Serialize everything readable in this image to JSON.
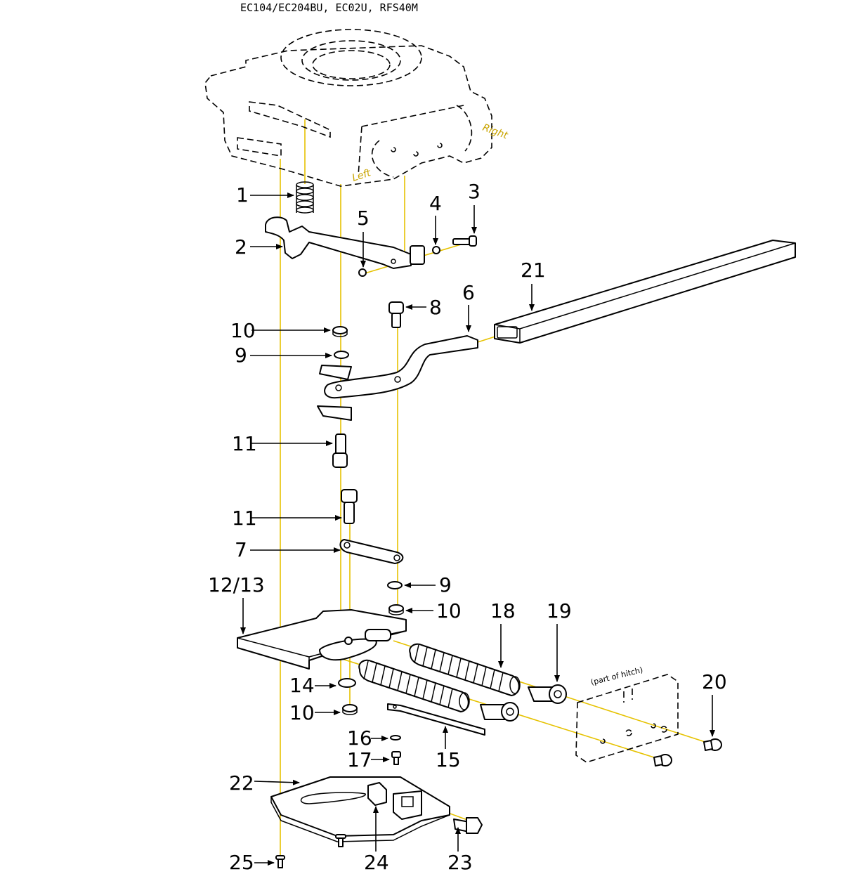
{
  "diagram": {
    "title": "EC104/EC204BU, EC02U, RFS40M",
    "side_labels": {
      "left": "Left",
      "right": "Right"
    },
    "hitch_note": "(part of hitch)",
    "colors": {
      "axis_line": "#e6c200",
      "ink": "#000000",
      "side_label": "#c9a400",
      "background": "#ffffff"
    },
    "callouts": {
      "c1": "1",
      "c2": "2",
      "c3": "3",
      "c4": "4",
      "c5": "5",
      "c6": "6",
      "c7": "7",
      "c8": "8",
      "c9a": "9",
      "c9b": "9",
      "c10a": "10",
      "c10b": "10",
      "c10c": "10",
      "c11a": "11",
      "c11b": "11",
      "c1213": "12/13",
      "c14": "14",
      "c15": "15",
      "c16": "16",
      "c17": "17",
      "c18": "18",
      "c19": "19",
      "c20": "20",
      "c21": "21",
      "c22": "22",
      "c23": "23",
      "c24": "24",
      "c25": "25"
    }
  }
}
